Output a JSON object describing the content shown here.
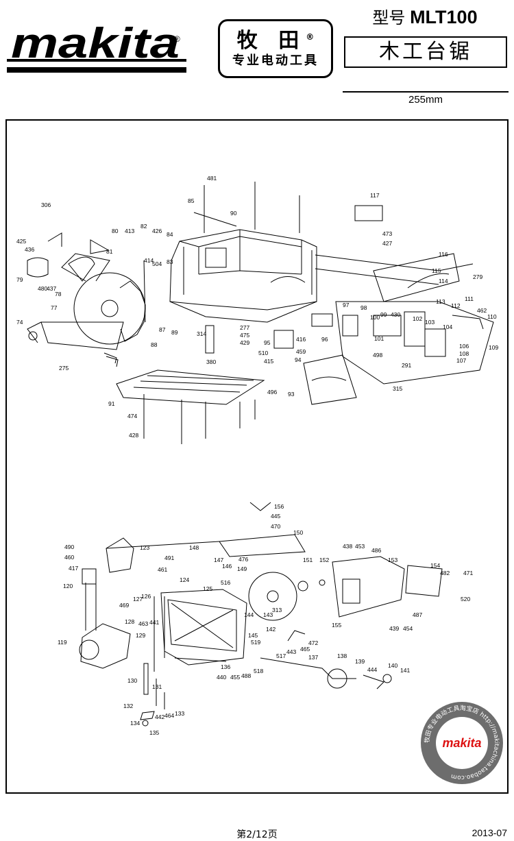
{
  "header": {
    "brand": "makita",
    "registered": "®",
    "dealer_name": "牧 田",
    "dealer_sub": "专业电动工具",
    "model_prefix": "型号",
    "model_code": "MLT100",
    "product_name": "木工台锯",
    "blade_size": "255mm"
  },
  "footer": {
    "page": "第2/12页",
    "date": "2013-07"
  },
  "watermark": {
    "brand": "makita",
    "ring_text": "牧田专业电动工具淘宝店 http://makitachina.taobao.com"
  },
  "parts_top": [
    "481",
    "85",
    "90",
    "117",
    "473",
    "427",
    "306",
    "425",
    "436",
    "80",
    "413",
    "82",
    "426",
    "84",
    "81",
    "414",
    "504",
    "83",
    "79",
    "480",
    "437",
    "78",
    "116",
    "115",
    "114",
    "279",
    "113",
    "111",
    "462",
    "110",
    "112",
    "77",
    "97",
    "98",
    "100",
    "99",
    "430",
    "102",
    "103",
    "104",
    "106",
    "108",
    "107",
    "109",
    "101",
    "498",
    "291",
    "315",
    "74",
    "88",
    "87",
    "89",
    "314",
    "277",
    "475",
    "429",
    "95",
    "510",
    "415",
    "416",
    "459",
    "94",
    "96",
    "380",
    "275",
    "496",
    "93",
    "91",
    "474",
    "428"
  ],
  "parts_bottom": [
    "156",
    "445",
    "470",
    "150",
    "148",
    "147",
    "146",
    "476",
    "149",
    "438",
    "453",
    "486",
    "153",
    "154",
    "482",
    "471",
    "520",
    "151",
    "152",
    "490",
    "460",
    "417",
    "123",
    "491",
    "461",
    "124",
    "120",
    "516",
    "125",
    "469",
    "127",
    "126",
    "128",
    "463",
    "441",
    "313",
    "144",
    "143",
    "145",
    "519",
    "142",
    "155",
    "487",
    "439",
    "454",
    "472",
    "443",
    "465",
    "119",
    "129",
    "517",
    "137",
    "138",
    "139",
    "444",
    "140",
    "141",
    "136",
    "440",
    "455",
    "488",
    "518",
    "130",
    "131",
    "132",
    "442",
    "464",
    "133",
    "134",
    "135"
  ]
}
